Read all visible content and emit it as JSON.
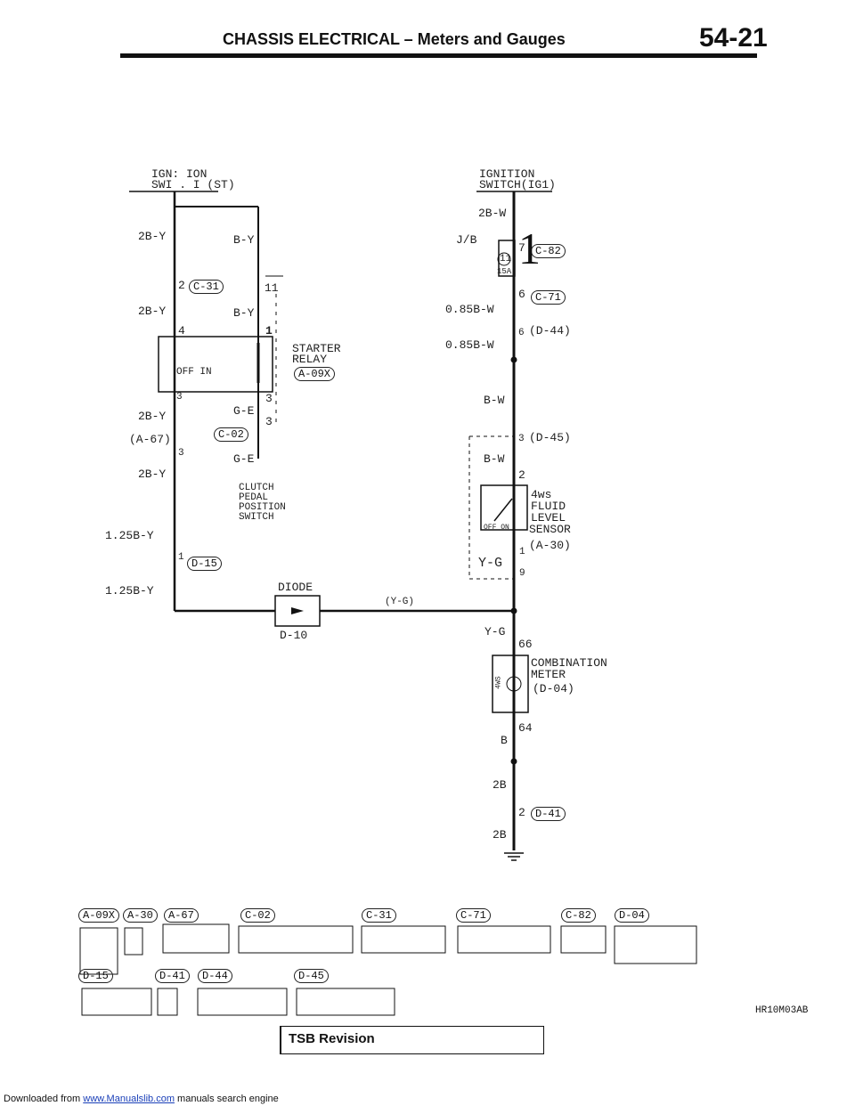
{
  "header": {
    "title": "CHASSIS ELECTRICAL – Meters and Gauges",
    "page": "54-21"
  },
  "left": {
    "switch_title_1": "IGN: ION",
    "switch_title_2": "SWI . I (ST)",
    "wire_2b_1": "2B-Y",
    "wire_b_1": "B-Y",
    "conn_c31": "C-31",
    "pin_2": "2",
    "pin_11": "11",
    "wire_2b_2": "2B-Y",
    "wire_b_2": "B-Y",
    "pin_4": "4",
    "pin_1a": "1",
    "starter_relay_1": "STARTER",
    "starter_relay_2": "RELAY",
    "conn_a09x": "A-09X",
    "off_in": "OFF IN",
    "pin_3a": "3",
    "pin_3b": "3",
    "wire_2b_3": "2B-Y",
    "wire_ge_1": "G-E",
    "conn_c02": "C-02",
    "pin_3c": "3",
    "ref_a67": "(A-67)",
    "pin_3d": "3",
    "wire_ge_2": "G-E",
    "wire_2b_4": "2B-Y",
    "clutch_1": "CLUTCH",
    "clutch_2": "PEDAL",
    "clutch_3": "POSITION",
    "clutch_4": "SWITCH",
    "wire_125_1": "1.25B-Y",
    "pin_1b": "1",
    "conn_d15": "D-15",
    "wire_125_2": "1.25B-Y",
    "diode_label": "DIODE",
    "diode_ref": "D-10",
    "yg_mid": "(Y-G)"
  },
  "right": {
    "switch_title_1": "IGNITION",
    "switch_title_2": "SWITCH(IG1)",
    "wire_2bw": "2B-W",
    "pin_7": "7",
    "conn_c82": "C-82",
    "jb": "J/B",
    "fuse_num": "11",
    "fuse_big": "1",
    "fuse_amp": "15A",
    "pin_6": "6",
    "conn_c71": "C-71",
    "wire_085_1": "0.85B-W",
    "ref_d44": "(D-44)",
    "pin_6b": "6",
    "wire_085_2": "0.85B-W",
    "wire_bw_1": "B-W",
    "ref_d45": "(D-45)",
    "pin_3e": "3",
    "wire_bw_2": "B-W",
    "pin_2b": "2",
    "sensor_1": "4ws",
    "sensor_2": "FLUID",
    "sensor_3": "LEVEL",
    "sensor_4": "SENSOR",
    "sensor_ref": "(A-30)",
    "sensor_off_on": "OFF ON",
    "pin_1c": "1",
    "wire_yg_1": "Y-G",
    "pin_9": "9",
    "wire_yg_2": "Y-G",
    "pin_66": "66",
    "meter_1": "COMBINATION",
    "meter_2": "METER",
    "meter_ref": "(D-04)",
    "meter_symbol": "4WS",
    "pin_64": "64",
    "wire_b": "B",
    "wire_2b_a": "2B",
    "pin_2c": "2",
    "conn_d41": "D-41",
    "wire_2b_b": "2B"
  },
  "connectors_row1": [
    "A-09X",
    "A-30",
    "A-67",
    "C-02",
    "C-31",
    "C-71",
    "C-82",
    "D-04"
  ],
  "connectors_row2": [
    "D-15",
    "D-41",
    "D-44",
    "D-45"
  ],
  "diagram_code": "HR10M03AB",
  "tsb": "TSB Revision",
  "footer": {
    "prefix": "Downloaded from ",
    "link": "www.Manualslib.com",
    "suffix": " manuals search engine"
  }
}
